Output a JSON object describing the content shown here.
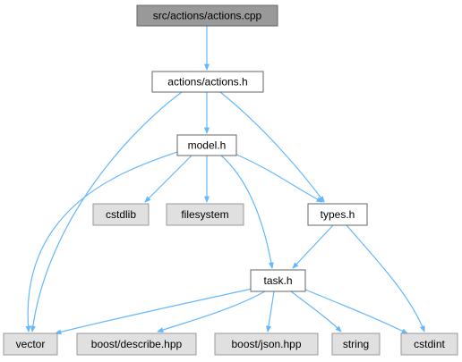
{
  "graph": {
    "colors": {
      "edge": "#63b8ff",
      "root_fill": "#999999",
      "node_fill": "#ffffff",
      "system_fill": "#e0e0e0",
      "border": "#666666",
      "system_border": "#999999"
    },
    "nodes": [
      {
        "id": "actions_cpp",
        "label": "src/actions/actions.cpp",
        "kind": "root"
      },
      {
        "id": "actions_h",
        "label": "actions/actions.h",
        "kind": "header"
      },
      {
        "id": "model_h",
        "label": "model.h",
        "kind": "header"
      },
      {
        "id": "cstdlib",
        "label": "cstdlib",
        "kind": "system"
      },
      {
        "id": "filesystem",
        "label": "filesystem",
        "kind": "system"
      },
      {
        "id": "types_h",
        "label": "types.h",
        "kind": "header"
      },
      {
        "id": "task_h",
        "label": "task.h",
        "kind": "header"
      },
      {
        "id": "vector",
        "label": "vector",
        "kind": "system"
      },
      {
        "id": "boost_describe",
        "label": "boost/describe.hpp",
        "kind": "system"
      },
      {
        "id": "boost_json",
        "label": "boost/json.hpp",
        "kind": "system"
      },
      {
        "id": "string",
        "label": "string",
        "kind": "system"
      },
      {
        "id": "cstdint",
        "label": "cstdint",
        "kind": "system"
      }
    ],
    "edges": [
      {
        "from": "actions_cpp",
        "to": "actions_h"
      },
      {
        "from": "actions_h",
        "to": "vector"
      },
      {
        "from": "actions_h",
        "to": "model_h"
      },
      {
        "from": "actions_h",
        "to": "types_h"
      },
      {
        "from": "model_h",
        "to": "vector"
      },
      {
        "from": "model_h",
        "to": "cstdlib"
      },
      {
        "from": "model_h",
        "to": "filesystem"
      },
      {
        "from": "model_h",
        "to": "types_h"
      },
      {
        "from": "model_h",
        "to": "task_h"
      },
      {
        "from": "types_h",
        "to": "task_h"
      },
      {
        "from": "types_h",
        "to": "cstdint"
      },
      {
        "from": "task_h",
        "to": "vector"
      },
      {
        "from": "task_h",
        "to": "boost_describe"
      },
      {
        "from": "task_h",
        "to": "boost_json"
      },
      {
        "from": "task_h",
        "to": "string"
      },
      {
        "from": "task_h",
        "to": "cstdint"
      }
    ]
  }
}
